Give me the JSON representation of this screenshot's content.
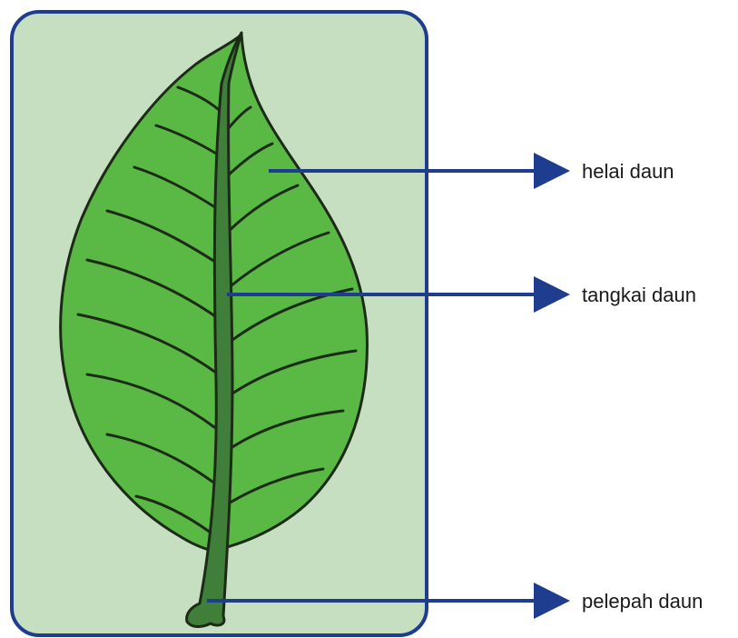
{
  "colors": {
    "panel_fill": "#c6dfc1",
    "panel_border": "#1f3d8f",
    "leaf_fill": "#5ab944",
    "leaf_outline": "#1c2a17",
    "midrib_fill": "#3f7f3a",
    "vein_color": "#1c2a17",
    "arrow_color": "#1f3d8f"
  },
  "labels": {
    "blade": "helai daun",
    "stalk": "tangkai daun",
    "sheath": "pelepah daun"
  }
}
